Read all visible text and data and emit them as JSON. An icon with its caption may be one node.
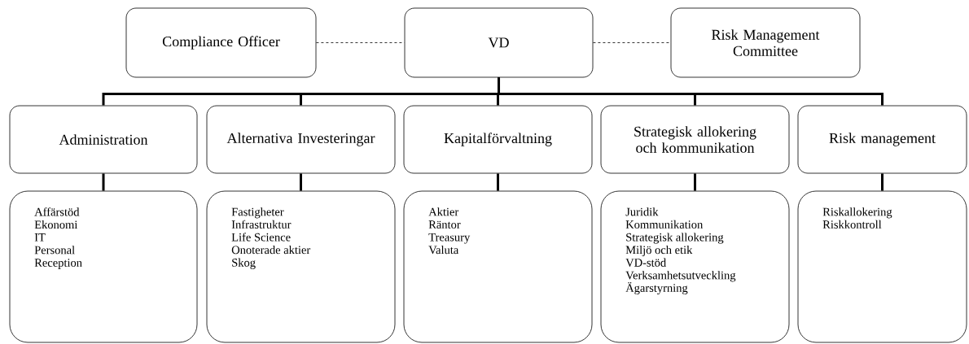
{
  "diagram": {
    "nodes": [
      {
        "text": [
          "Compliance Officer"
        ]
      },
      {
        "text": [
          "VD"
        ]
      },
      {
        "text": [
          "Risk Management Committee"
        ]
      },
      {
        "text": [
          "Administration"
        ]
      },
      {
        "text": [
          "Alternativa Investeringar"
        ]
      },
      {
        "text": [
          "Kapitalförvaltning"
        ]
      },
      {
        "text": [
          "Strategisk allokering och kommunikation"
        ]
      },
      {
        "text": [
          "Risk management"
        ]
      },
      {
        "text": [
          "Affärstöd",
          "Ekonomi",
          "IT",
          "Personal",
          "Reception"
        ]
      },
      {
        "text": [
          "Fastigheter",
          "Infrastruktur",
          "Life Science",
          "Onoterade aktier",
          "Skog"
        ]
      },
      {
        "text": [
          "Aktier",
          "Räntor",
          "Treasury",
          "Valuta"
        ]
      },
      {
        "text": [
          "Juridik",
          "Kommunikation",
          "Strategisk allokering",
          "Miljö och etik",
          "VD-stöd",
          "Verksamhetsutveckling",
          "Ägarstyrning"
        ]
      },
      {
        "text": [
          "Riskallokering",
          "Riskkontroll"
        ]
      }
    ],
    "edges": [
      {
        "from": 0,
        "to": 1,
        "arrow": "none",
        "style": "dashed"
      },
      {
        "from": 1,
        "to": 2,
        "arrow": "none",
        "style": "dashed"
      },
      {
        "from": 1,
        "to": 3,
        "arrow": "none"
      },
      {
        "from": 1,
        "to": 4,
        "arrow": "none"
      },
      {
        "from": 1,
        "to": 5,
        "arrow": "none"
      },
      {
        "from": 1,
        "to": 6,
        "arrow": "none"
      },
      {
        "from": 1,
        "to": 7,
        "arrow": "none"
      },
      {
        "from": 3,
        "to": 8,
        "arrow": "none"
      },
      {
        "from": 4,
        "to": 9,
        "arrow": "none"
      },
      {
        "from": 5,
        "to": 10,
        "arrow": "none"
      },
      {
        "from": 6,
        "to": 11,
        "arrow": "none"
      },
      {
        "from": 7,
        "to": 12,
        "arrow": "none"
      }
    ]
  }
}
